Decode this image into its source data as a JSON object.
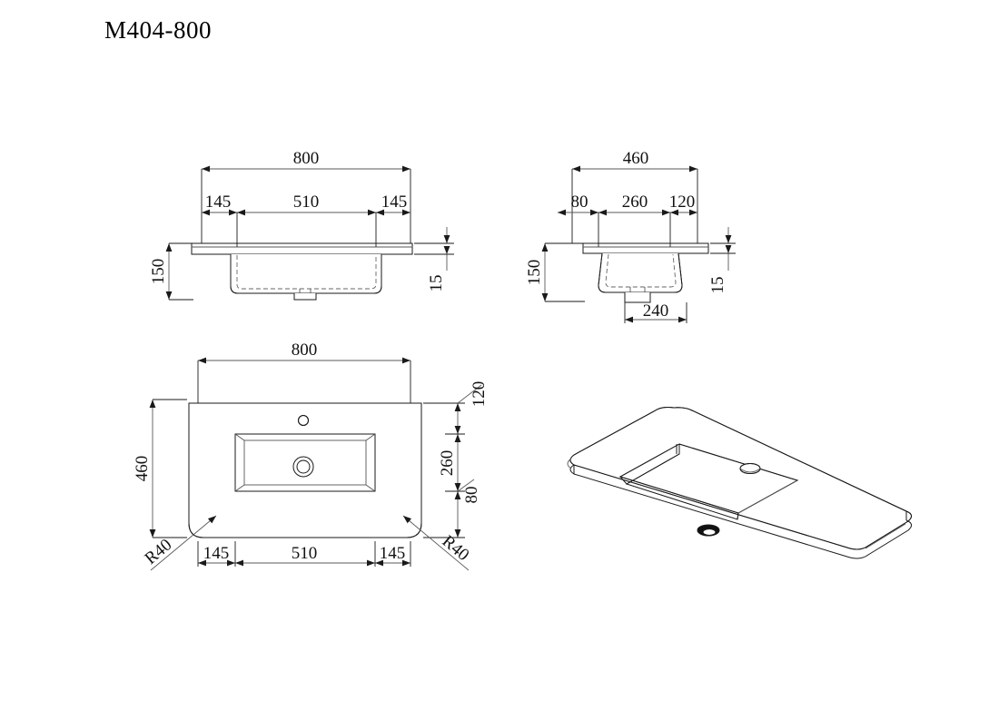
{
  "title": "M404-800",
  "drawing": {
    "kind": "technical-drawing",
    "subject": "bathroom vanity basin countertop",
    "units": "mm"
  },
  "views": {
    "front": {
      "name": "front-elevation",
      "dimensions": {
        "overall_width": "800",
        "left_margin": "145",
        "basin_width": "510",
        "right_margin": "145",
        "overall_height": "150",
        "slab_thickness": "15"
      }
    },
    "side": {
      "name": "side-elevation",
      "dimensions": {
        "overall_depth": "460",
        "front_margin": "80",
        "basin_depth": "260",
        "back_margin": "120",
        "overall_height": "150",
        "slab_thickness": "15",
        "drain_offset": "240"
      }
    },
    "top": {
      "name": "top-plan",
      "dimensions": {
        "overall_width": "800",
        "overall_depth": "460",
        "left_margin": "145",
        "basin_width": "510",
        "right_margin": "145",
        "back_margin": "120",
        "basin_depth": "260",
        "front_margin": "80",
        "corner_radius_left": "R40",
        "corner_radius_right": "R40"
      }
    },
    "iso": {
      "name": "isometric-view"
    }
  }
}
